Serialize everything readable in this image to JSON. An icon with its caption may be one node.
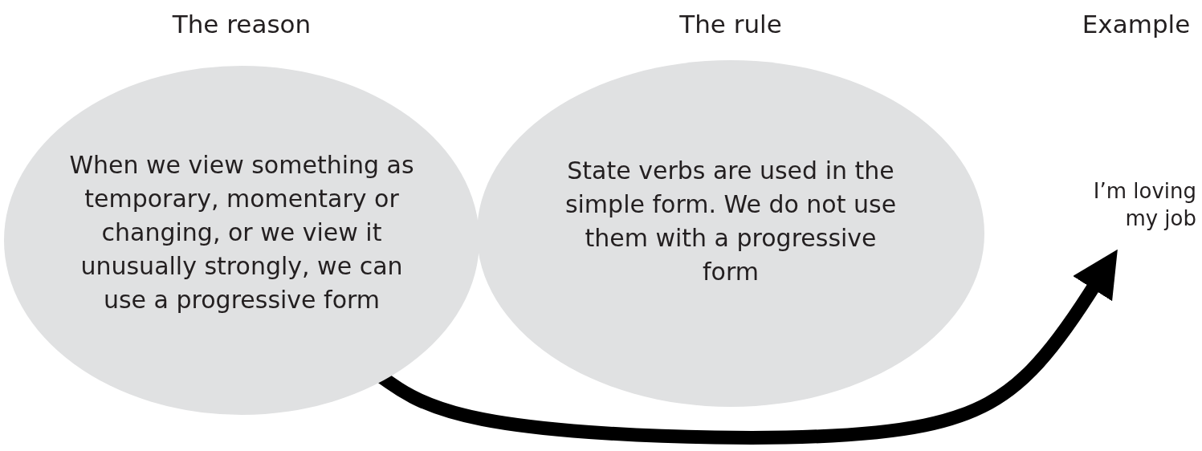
{
  "diagram": {
    "nodes": [
      {
        "text": [
          "The reason",
          "When we view something as temporary, momentary or changing, or we view it unusually strongly, we can use a progressive form"
        ]
      },
      {
        "text": [
          "The rule",
          "State verbs are used in the simple form. We do not use them with a progressive form"
        ]
      },
      {
        "text": [
          "Example",
          "I’m loving my job"
        ]
      }
    ],
    "edges": [
      {
        "from": 0,
        "to": 2,
        "arrow": "to"
      }
    ]
  }
}
